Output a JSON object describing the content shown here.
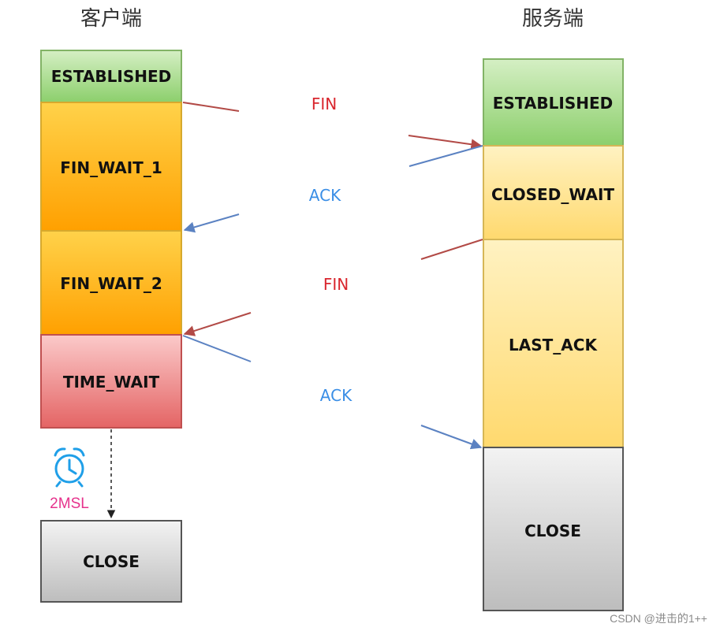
{
  "headings": {
    "client": "客户端",
    "server": "服务端"
  },
  "client_states": [
    {
      "label": "ESTABLISHED",
      "color": "#a9d98d"
    },
    {
      "label": "FIN_WAIT_1",
      "color": "#ffad0a"
    },
    {
      "label": "FIN_WAIT_2",
      "color": "#ffad0a"
    },
    {
      "label": "TIME_WAIT",
      "color": "#ea7a7a"
    },
    {
      "label": "CLOSE",
      "color": "#d4d4d4"
    }
  ],
  "server_states": [
    {
      "label": "ESTABLISHED",
      "color": "#a9d98d"
    },
    {
      "label": "CLOSED_WAIT",
      "color": "#ffe08a"
    },
    {
      "label": "LAST_ACK",
      "color": "#ffe08a"
    },
    {
      "label": "CLOSE",
      "color": "#d4d4d4"
    }
  ],
  "messages": [
    {
      "label": "FIN",
      "color": "#d9262e",
      "line_color": "#b24a46"
    },
    {
      "label": "ACK",
      "color": "#3a8ee6",
      "line_color": "#5b82c2"
    },
    {
      "label": "FIN",
      "color": "#d9262e",
      "line_color": "#b24a46"
    },
    {
      "label": "ACK",
      "color": "#3a8ee6",
      "line_color": "#5b82c2"
    }
  ],
  "timer": {
    "label": "2MSL",
    "label_color": "#e6328c",
    "icon": "alarm-clock-icon",
    "icon_color": "#1f9fe8"
  },
  "watermark": "CSDN @进击的1++"
}
